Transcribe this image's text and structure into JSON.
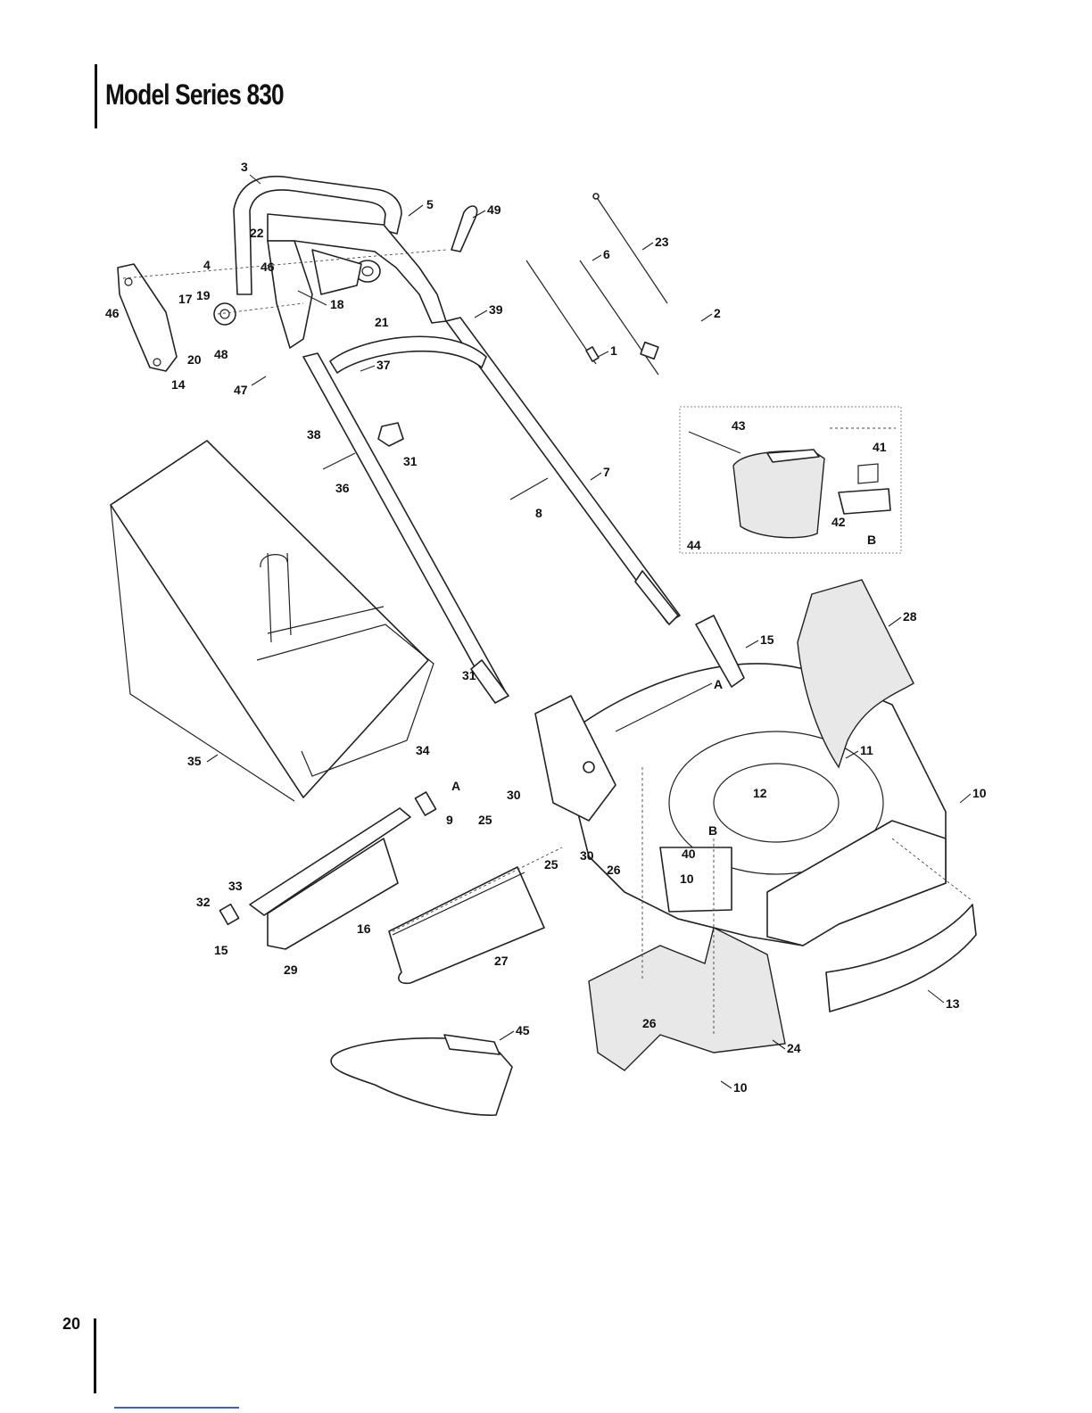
{
  "page": {
    "title": "Model Series 830",
    "page_number": "20"
  },
  "callouts": [
    {
      "id": "c3",
      "text": "3"
    },
    {
      "id": "c5",
      "text": "5"
    },
    {
      "id": "c49",
      "text": "49"
    },
    {
      "id": "c22",
      "text": "22"
    },
    {
      "id": "c23",
      "text": "23"
    },
    {
      "id": "c6",
      "text": "6"
    },
    {
      "id": "c4",
      "text": "4"
    },
    {
      "id": "c46a",
      "text": "46"
    },
    {
      "id": "c46b",
      "text": "46"
    },
    {
      "id": "c17",
      "text": "17"
    },
    {
      "id": "c19",
      "text": "19"
    },
    {
      "id": "c18",
      "text": "18"
    },
    {
      "id": "c21",
      "text": "21"
    },
    {
      "id": "c39",
      "text": "39"
    },
    {
      "id": "c2",
      "text": "2"
    },
    {
      "id": "c20",
      "text": "20"
    },
    {
      "id": "c48",
      "text": "48"
    },
    {
      "id": "c1",
      "text": "1"
    },
    {
      "id": "c14",
      "text": "14"
    },
    {
      "id": "c47",
      "text": "47"
    },
    {
      "id": "c37",
      "text": "37"
    },
    {
      "id": "c38",
      "text": "38"
    },
    {
      "id": "c31a",
      "text": "31"
    },
    {
      "id": "c43",
      "text": "43"
    },
    {
      "id": "c41",
      "text": "41"
    },
    {
      "id": "c36",
      "text": "36"
    },
    {
      "id": "c7",
      "text": "7"
    },
    {
      "id": "c8",
      "text": "8"
    },
    {
      "id": "c42",
      "text": "42"
    },
    {
      "id": "cB1",
      "text": "B"
    },
    {
      "id": "c44",
      "text": "44"
    },
    {
      "id": "c28",
      "text": "28"
    },
    {
      "id": "c15a",
      "text": "15"
    },
    {
      "id": "c31b",
      "text": "31"
    },
    {
      "id": "cA1",
      "text": "A"
    },
    {
      "id": "c11",
      "text": "11"
    },
    {
      "id": "c34",
      "text": "34"
    },
    {
      "id": "c35",
      "text": "35"
    },
    {
      "id": "cA2",
      "text": "A"
    },
    {
      "id": "c30a",
      "text": "30"
    },
    {
      "id": "c12",
      "text": "12"
    },
    {
      "id": "c10a",
      "text": "10"
    },
    {
      "id": "c9",
      "text": "9"
    },
    {
      "id": "c25a",
      "text": "25"
    },
    {
      "id": "cB2",
      "text": "B"
    },
    {
      "id": "c30b",
      "text": "30"
    },
    {
      "id": "c25b",
      "text": "25"
    },
    {
      "id": "c26a",
      "text": "26"
    },
    {
      "id": "c40",
      "text": "40"
    },
    {
      "id": "c33",
      "text": "33"
    },
    {
      "id": "c10b",
      "text": "10"
    },
    {
      "id": "c32",
      "text": "32"
    },
    {
      "id": "c16",
      "text": "16"
    },
    {
      "id": "c15b",
      "text": "15"
    },
    {
      "id": "c29",
      "text": "29"
    },
    {
      "id": "c27",
      "text": "27"
    },
    {
      "id": "c13",
      "text": "13"
    },
    {
      "id": "c26b",
      "text": "26"
    },
    {
      "id": "c45",
      "text": "45"
    },
    {
      "id": "c24",
      "text": "24"
    },
    {
      "id": "c10c",
      "text": "10"
    }
  ]
}
